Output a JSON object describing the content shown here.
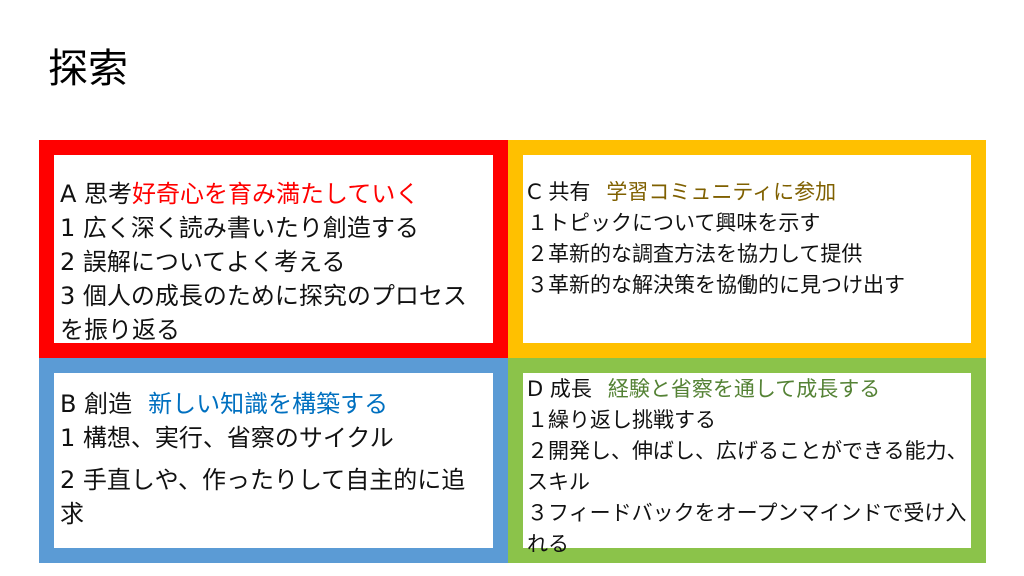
{
  "title": "探索",
  "colors": {
    "box_a_border": "#ff0000",
    "box_b_border": "#5b9bd5",
    "box_c_border": "#ffc000",
    "box_d_border": "#8bc34a",
    "a_highlight": "#ff0000",
    "b_highlight": "#0070c0",
    "c_highlight": "#7f6000",
    "d_highlight": "#548235"
  },
  "box_a": {
    "heading_prefix": "A 思考",
    "heading_highlight": "好奇心を育み満たしていく",
    "items": [
      "1 広く深く読み書いたり創造する",
      "2 誤解についてよく考える",
      "3 個人の成長のために探究のプロセスを振り返る"
    ]
  },
  "box_b": {
    "heading_prefix": "B 創造",
    "heading_highlight": "新しい知識を構築する",
    "items": [
      "1 構想、実行、省察のサイクル",
      "2 手直しや、作ったりして自主的に追求"
    ]
  },
  "box_c": {
    "heading_prefix": "C 共有",
    "heading_highlight": "学習コミュニティに参加",
    "items": [
      "１トピックについて興味を示す",
      "２革新的な調査方法を協力して提供",
      "３革新的な解決策を協働的に見つけ出す"
    ]
  },
  "box_d": {
    "heading_prefix": "D 成長",
    "heading_highlight": "経験と省察を通して成長する",
    "items": [
      "１繰り返し挑戦する",
      "２開発し、伸ばし、広げることができる能力、スキル",
      "３フィードバックをオープンマインドで受け入れる"
    ]
  }
}
